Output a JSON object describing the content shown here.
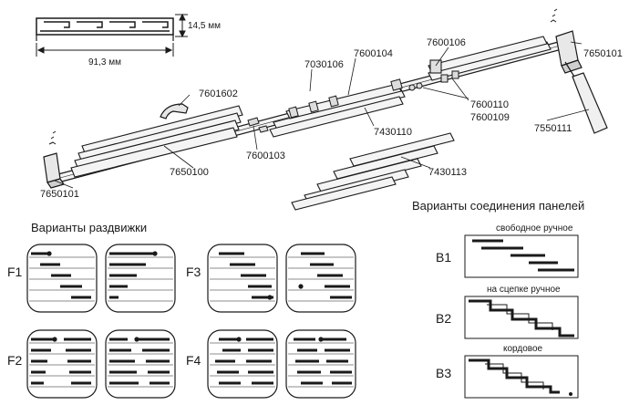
{
  "profile": {
    "height_label": "14,5 мм",
    "width_label": "91,3 мм"
  },
  "parts": {
    "p7601602": "7601602",
    "p7030106": "7030106",
    "p7600104": "7600104",
    "p7600106": "7600106",
    "p7650101_top": "7650101",
    "p7600110": "7600110",
    "p7600109": "7600109",
    "p7430110": "7430110",
    "p7550111": "7550111",
    "p7600103": "7600103",
    "p7650100": "7650100",
    "p7430113": "7430113",
    "p7650101_bottom": "7650101"
  },
  "sliding": {
    "title": "Варианты раздвижки",
    "labels": [
      "F1",
      "F2",
      "F3",
      "F4"
    ]
  },
  "joining": {
    "title": "Варианты соединения панелей",
    "labels": [
      "B1",
      "B2",
      "B3"
    ],
    "captions": [
      "свободное ручное",
      "на сцепке ручное",
      "кордовое"
    ]
  },
  "colors": {
    "ink": "#1a1a1a",
    "panel": "#f4f4f4"
  }
}
